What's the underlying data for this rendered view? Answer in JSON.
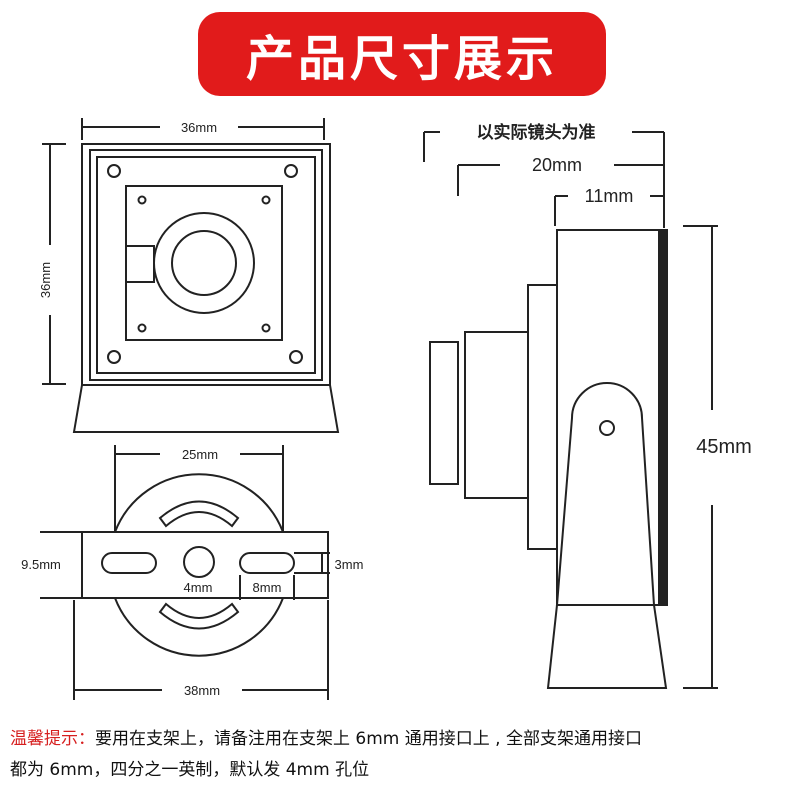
{
  "banner": {
    "title": "产品尺寸展示"
  },
  "colors": {
    "banner_red": "#e11b1b",
    "note_red": "#d61f1f",
    "line": "#222222"
  },
  "front_view": {
    "width_label": "36mm",
    "height_label": "36mm"
  },
  "bracket_view": {
    "top_label": "25mm",
    "height_label": "9.5mm",
    "hole_label": "4mm",
    "slot_label": "8mm",
    "slot_height_label": "3mm",
    "bottom_label": "38mm"
  },
  "side_view": {
    "note_label": "以实际镜头为准",
    "lens_label": "20mm",
    "body_label": "11mm",
    "height_label": "45mm"
  },
  "notice": {
    "prefix": "温馨提示：",
    "line1": "要用在支架上，请备注用在支架上 6mm 通用接口上 , 全部支架通用接口",
    "line2": "都为 6mm，四分之一英制，默认发 4mm 孔位"
  }
}
